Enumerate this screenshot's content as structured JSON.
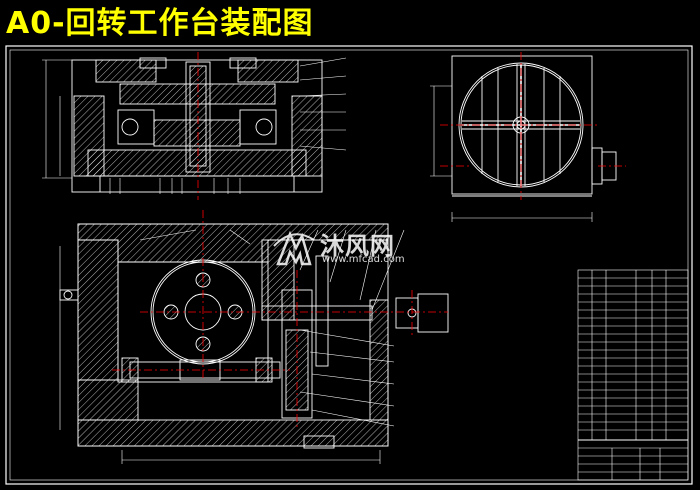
{
  "title": "A0-回转工作台装配图",
  "watermark": {
    "brand": "沐风网",
    "url": "www.mfcad.com"
  },
  "colors": {
    "background": "#000000",
    "title": "#ffff00",
    "outline": "#ffffff",
    "centerline": "#ff0000",
    "hatch": "#ffffff",
    "leader": "#ffffff"
  },
  "icons": {
    "watermark_logo": "mfcad-logo-icon"
  }
}
